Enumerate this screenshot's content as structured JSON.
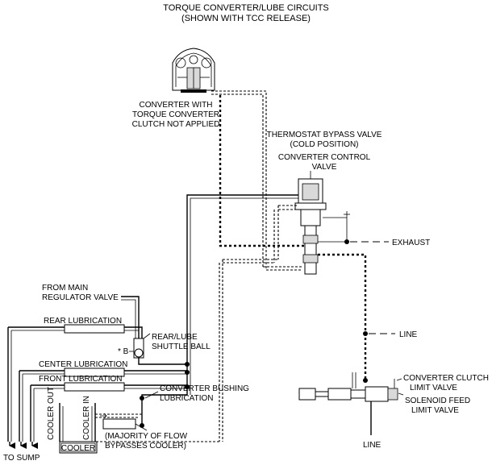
{
  "diagram": {
    "title_line1": "TORQUE CONVERTER/LUBE CIRCUITS",
    "title_line2": "(SHOWN WITH TCC RELEASE)",
    "converter_label": [
      "CONVERTER WITH",
      "TORQUE CONVERTER",
      "CLUTCH NOT APPLIED"
    ],
    "thermostat_label": [
      "THERMOSTAT BYPASS VALVE",
      "(COLD POSITION)"
    ],
    "converter_control_label": [
      "CONVERTER CONTROL",
      "VALVE"
    ],
    "exhaust_label": "EXHAUST",
    "from_main_label": [
      "FROM MAIN",
      "REGULATOR VALVE"
    ],
    "rear_lube_label": "REAR  LUBRICATION",
    "shuttle_label": [
      "REAR/LUBE",
      "SHUTTLE BALL"
    ],
    "shuttle_marker": "* B",
    "center_lube_label": "CENTER LUBRICATION",
    "front_lube_label": "FRONT LUBRICATION",
    "line_label_1": "LINE",
    "clutch_limit_label": [
      "CONVERTER CLUTCH",
      "LIMIT VALVE"
    ],
    "solenoid_feed_label": [
      "SOLENOID FEED",
      "LIMIT VALVE"
    ],
    "line_label_2": "LINE",
    "bushing_label": [
      "CONVERTER BUSHING",
      "LUBRICATION"
    ],
    "majority_label": [
      "(MAJORITY OF FLOW",
      "BYPASSES COOLER)"
    ],
    "cooler_out_label": "COOLER OUT",
    "cooler_in_label": "COOLER IN",
    "cooler_label": "COOLER",
    "to_sump_label": "TO SUMP"
  }
}
